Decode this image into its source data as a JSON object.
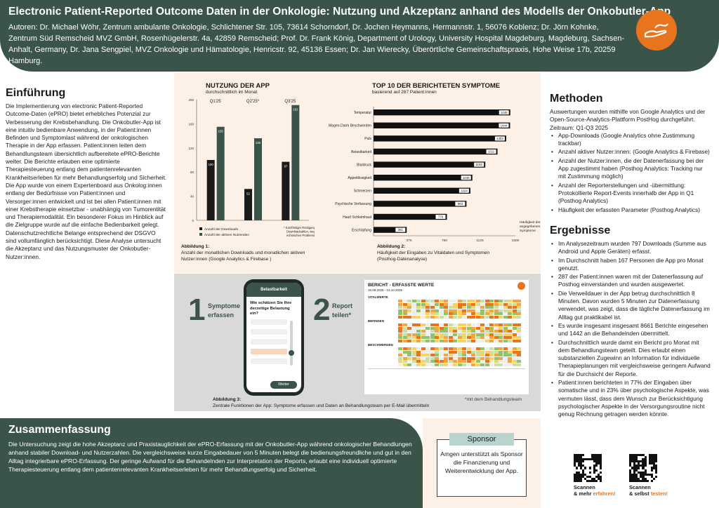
{
  "header": {
    "title": "Electronic Patient-Reported Outcome Daten in der Onkologie: Nutzung und Akzeptanz anhand des Modells der Onkobutler-App",
    "authors": "Autoren: Dr. Michael Wöhr, Zentrum ambulante Onkologie, Schlichtener Str. 105, 73614 Schorndorf, Dr. Jochen Heymanns, Hermannstr. 1, 56076 Koblenz; Dr. Jörn Kohnke, Zentrum Süd Remscheid MVZ GmbH, Rosenhügelerstr. 4a, 42859 Remscheid; Prof.  Dr. Frank König, Department of Urology, University Hospital Magdeburg, Magdeburg, Sachsen-Anhalt, Germany, Dr. Jana Sengpiel, MVZ Onkologie und Hämatologie, Henricstr. 92, 45136 Essen; Dr. Jan Wierecky, Überörtliche Gemeinschaftspraxis, Hohe Weise 17b, 20259 Hamburg."
  },
  "intro": {
    "heading": "Einführung",
    "text": "Die Implementierung von electronic Patient-Reported Outcome-Daten (ePRO) bietet erhebliches Potenzial zur Verbesserung der Krebsbehandlung. Die Onkobutler-App ist eine intuitiv bedienbare Anwendung, in der Patient:innen Befinden und Symptomlast während der onkologischen Therapie in der App erfassen. Patient:innen leiten dem Behandlungsteam übersichtlich aufbereitete ePRO-Berichte weiter. Die Berichte erlauben eine optimierte Therapiesteuerung entlang dem patientenrelevanten Krankheitserleben für mehr Behandlungserfolg und Sicherheit. Die App wurde von einem Expertenboard aus Onkolog:innen entlang der Bedürfnisse von Patient:innen und Versorger:innen entwickelt und ist bei allen Patient:innen mit einer Krebstherapie einsetzbar - unabhängig von Tumorentität und Therapiemodalität. Ein besonderer Fokus im Hinblick auf die Zielgruppe wurde auf die einfache Bedienbarkeit gelegt. Datenschutzrechtliche Belange entsprechend der DSGVO sind vollumfänglich berücksichtigt. Diese Analyse untersucht die Akzeptanz und das Nutzungsmuster der Onkobutler-Nutzer:innen."
  },
  "chart_data": [
    {
      "type": "bar",
      "title": "NUTZUNG DER APP",
      "subtitle": "durchschnittlich im Monat",
      "categories": [
        "Q1'25",
        "Q2'25",
        "Q3'25"
      ],
      "category_marks": [
        "",
        "*",
        ""
      ],
      "series": [
        {
          "name": "Anzahl der Downloads",
          "values": [
            100,
            52,
            97
          ],
          "color": "#1a1a1a"
        },
        {
          "name": "Anzahl der aktiven Nutzenden",
          "values": [
            155,
            136,
            191
          ],
          "color": "#3b5449"
        }
      ],
      "yticks": [
        0,
        40,
        80,
        120,
        160,
        200
      ],
      "ylim": [
        0,
        200
      ],
      "footnote": "* Kurzfristiger Rückgang der Downloadzahlen, wegen eines technischen Problems",
      "caption_label": "Abbildung 1:",
      "caption": "Anzahl der monatlichen Downloads und monatlichen aktiven Nutzer:innen (Google Analytics & Firebase )"
    },
    {
      "type": "bar",
      "orientation": "horizontal",
      "title": "TOP 10 DER BERICHTETEN SYMPTOME",
      "subtitle": "basierend auf 287 Patient:innen",
      "categories": [
        "Temperatur",
        "Magen-Darm Beschwerden",
        "Puls",
        "Belastbarkeit",
        "Blutdruck",
        "Appetitlosigkeit",
        "Schmerzen",
        "Psychische Verfassung",
        "Haut/ Schleimhaut",
        "Erschöpfung"
      ],
      "values": [
        1446,
        1444,
        1403,
        1311,
        1182,
        1045,
        1024,
        983,
        776,
        351
      ],
      "xticks": [
        375,
        750,
        1125,
        1500
      ],
      "xlim": [
        0,
        1500
      ],
      "xlabel": "Häufigkeit der angegebenen Symptome",
      "caption_label": "Abbildung 2:",
      "caption": "Häufigkeit der Eingaben zu Vitaldaten und Symptomen (Posthog-Datenanalyse)"
    }
  ],
  "figure3": {
    "step1_num": "1",
    "step1_label": "Symptome erfassen",
    "step2_num": "2",
    "step2_label": "Report teilen*",
    "phone_header": "Belastbarkeit",
    "phone_question": "Wie schätzen Sie Ihre derzeitige Belastung ein?",
    "phone_button": "Weiter",
    "report_title": "BERICHT - ERFASSTE WERTE",
    "report_date": "16.09.2025 - 13.10.2025",
    "report_sections": [
      "VITALWERTE",
      "BEFINDEN",
      "BESCHWERDEN"
    ],
    "footnote": "*mit dem Behandlungsteam",
    "caption_label": "Abbildung 3:",
    "caption": "Zentrale Funktionen der App: Symptome erfassen und Daten an Behandlungsteam per E-Mail übermitteln"
  },
  "methods": {
    "heading": "Methoden",
    "text": "Auswertungen wurden mithilfe von Google Analytics und der Open-Source-Analytics-Plattform PostHog durchgeführt. Zeitraum: Q1-Q3 2025",
    "items": [
      "App-Downloads (Google Analytics ohne Zustimmung trackbar)",
      "Anzahl aktiver Nutzer:innen: (Google Analytics & Firebase)",
      "Anzahl der Nutzer:innen, die der Datenerfassung bei der App zugestimmt haben (Posthog Analytics: Tracking nur mit Zustimmung möglich)",
      "Anzahl der Reporterstellungen und -übermittlung: Protokollierte Report-Events innerhalb der App in Q1 (Posthog Analytics)",
      "Häufigkeit der erfassten Parameter (Posthog Analytics)"
    ]
  },
  "results": {
    "heading": "Ergebnisse",
    "items": [
      "Im Analysezeitraum wurden 797 Downloads (Summe aus Android und Apple Geräten) erfasst.",
      "Im Durchschnitt haben 167 Personen die App pro Monat genutzt.",
      "287 der Patient:innen waren mit der Datenerfassung auf Posthog einverstanden und wurden ausgewertet.",
      "Die Verweildauer in der App betrug durchschnittlich 8 Minuten. Davon wurden 5 Minuten zur Datenerfassung verwendet, was zeigt, dass die tägliche Datenerfassung im Alltag gut praktikabel ist.",
      "Es wurde insgesamt insgesamt 8661 Berichte eingesehen und 1442 an die Behandelnden übermittelt.",
      "Durchschnittlich wurde damit ein Bericht pro Monat mit dem Behandlungsteam geteilt. Dies erlaubt einen substanziellen Zugewinn an Information für individuelle Therapieplanungen mit vergleichsweise geringem Aufwand für die Durchsicht der Reporte.",
      "Patient:innen berichteten in 77% der Eingaben über somatische und in 23% über psychologische Aspekte, was vermuten lässt, dass dem Wunsch zur Berücksichtigung psychologischer Aspekte in der Versorgungsroutine nicht genug Rechnung getragen werden könnte."
    ]
  },
  "summary": {
    "heading": "Zusammenfassung",
    "text": "Die Untersuchung zeigt die hohe Akzeptanz und Praxistauglichkeit der ePRO-Erfassung mit der Onkobutler-App während onkologischer Behandlungen anhand stabiler Download- und Nutzerzahlen. Die vergleichsweise kurze Eingabedauer von 5 Minuten belegt die bedienungsfreundliche und gut in den Alltag integrierbare ePRO-Erfassung. Der geringe Aufwand für die Behandelnden zur Interpretation der Reports, erlaubt eine individuell optimierte Therapiesteuerung entlang dem patientenrelevanten Krankheitserleben für mehr Behandlungserfolg und Sicherheit."
  },
  "sponsor": {
    "tag": "Sponsor",
    "text": "Amgen unterstützt als Sponsor die Finanzierung und Weiterentwicklung der App."
  },
  "qr": {
    "left_line1": "Scannen",
    "left_prefix": "& mehr ",
    "left_highlight": "erfahren!",
    "right_line1": "Scannen",
    "right_prefix": "& selbst ",
    "right_highlight": "testen!"
  },
  "colors": {
    "primary": "#3b5449",
    "accent": "#e8741e",
    "panel": "#fdf0e6",
    "panel_grey": "#d9dad8"
  }
}
